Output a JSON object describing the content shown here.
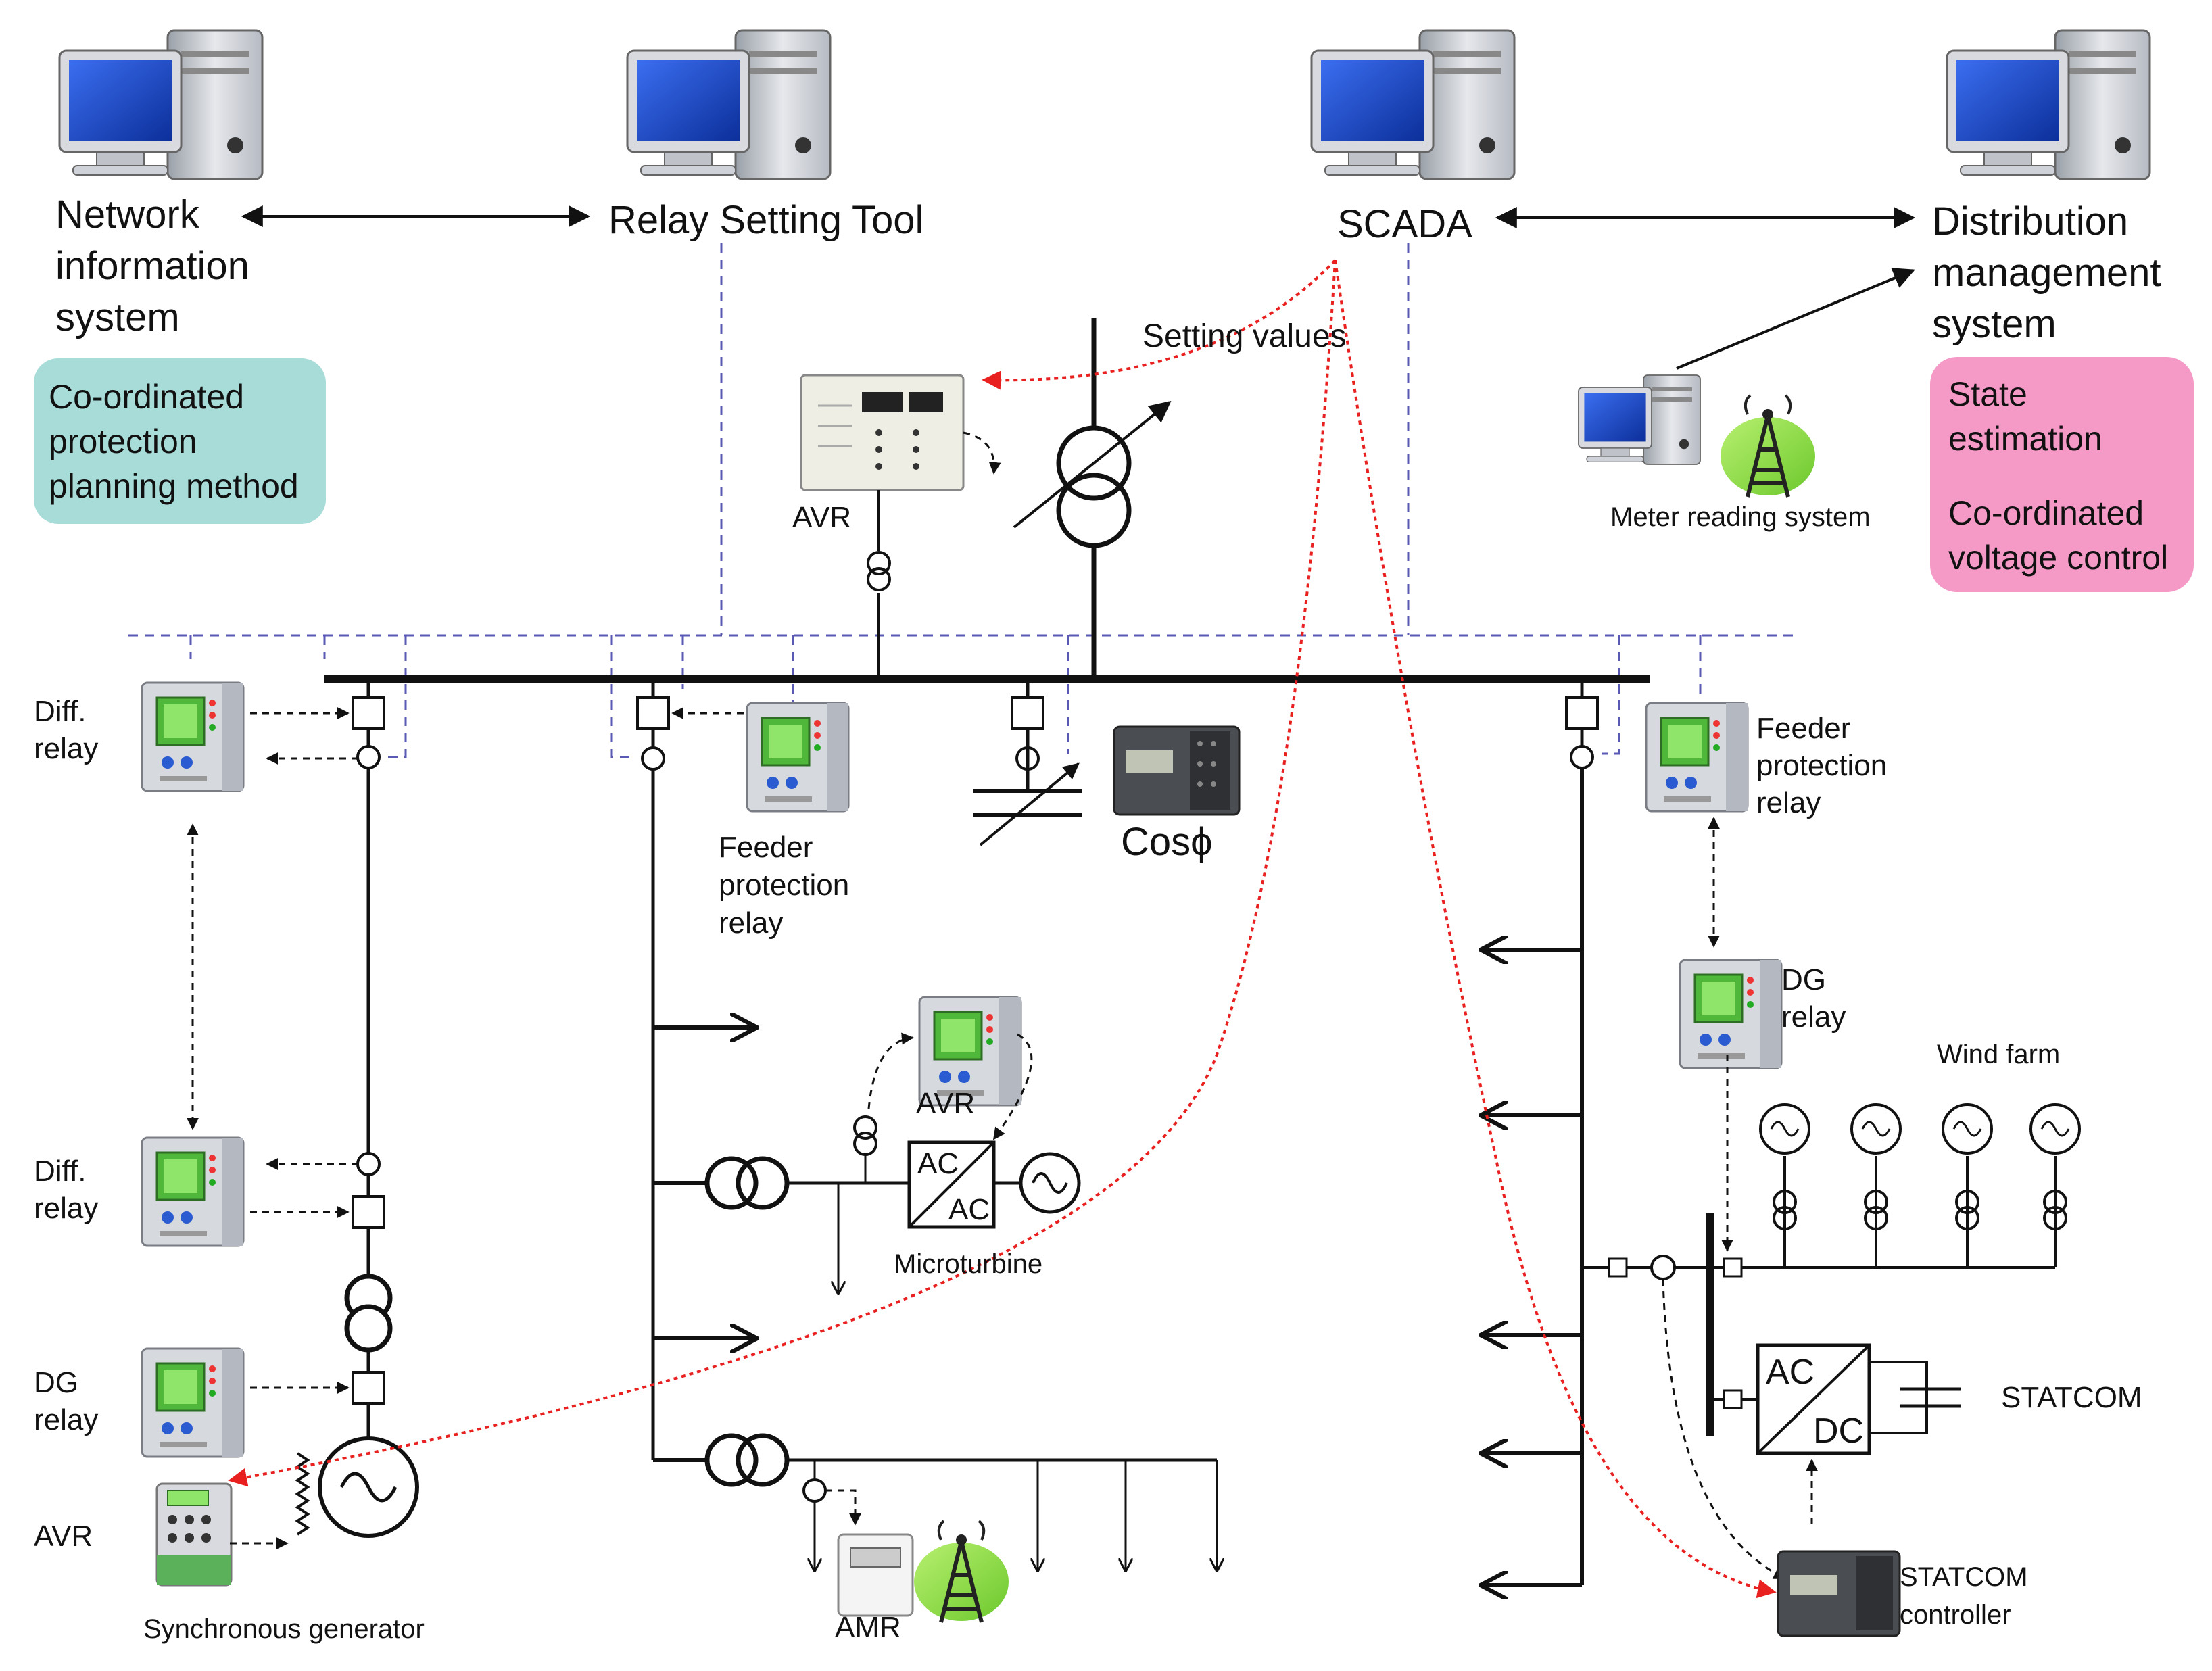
{
  "systems": {
    "nis_1": "Network",
    "nis_2": "information",
    "nis_3": "system",
    "relay_tool": "Relay Setting Tool",
    "scada": "SCADA",
    "dms_1": "Distribution",
    "dms_2": "management",
    "dms_3": "system"
  },
  "boxes": {
    "protection_1": "Co-ordinated",
    "protection_2": "protection",
    "protection_3": "planning method",
    "state_1": "State",
    "state_2": "estimation",
    "voltage_1": "Co-ordinated",
    "voltage_2": "voltage control"
  },
  "labels": {
    "setting_values": "Setting values",
    "avr_top": "AVR",
    "meter_reading": "Meter reading system",
    "diff_relay_top_1": "Diff.",
    "diff_relay_top_2": "relay",
    "feeder_relay_mid_1": "Feeder",
    "feeder_relay_mid_2": "protection",
    "feeder_relay_mid_3": "relay",
    "cosphi": "Cosϕ",
    "feeder_relay_right_1": "Feeder",
    "feeder_relay_right_2": "protection",
    "feeder_relay_right_3": "relay",
    "dg_relay_right_1": "DG",
    "dg_relay_right_2": "relay",
    "wind_farm": "Wind farm",
    "avr_micro": "AVR",
    "converter_ac_1": "AC",
    "converter_ac_2": "AC",
    "microturbine": "Microturbine",
    "diff_relay_bottom_1": "Diff.",
    "diff_relay_bottom_2": "relay",
    "dg_relay_left_1": "DG",
    "dg_relay_left_2": "relay",
    "avr_gen": "AVR",
    "sync_gen": "Synchronous generator",
    "amr": "AMR",
    "statcom_ac": "AC",
    "statcom_dc": "DC",
    "statcom": "STATCOM",
    "statcom_ctrl_1": "STATCOM",
    "statcom_ctrl_2": "controller"
  },
  "colors": {
    "line": "#111111",
    "dashed_comm": "#5a5ab4",
    "setting_signal": "#e82020",
    "protection_box": "#a8dcd8",
    "dms_box": "#f59ac6",
    "monitor_blue": "#1f4fd0",
    "relay_screen": "#6ed64a"
  },
  "icons": [
    "computer-icon",
    "relay-icon",
    "radio-tower-icon",
    "generator-icon",
    "transformer-icon",
    "converter-icon"
  ]
}
